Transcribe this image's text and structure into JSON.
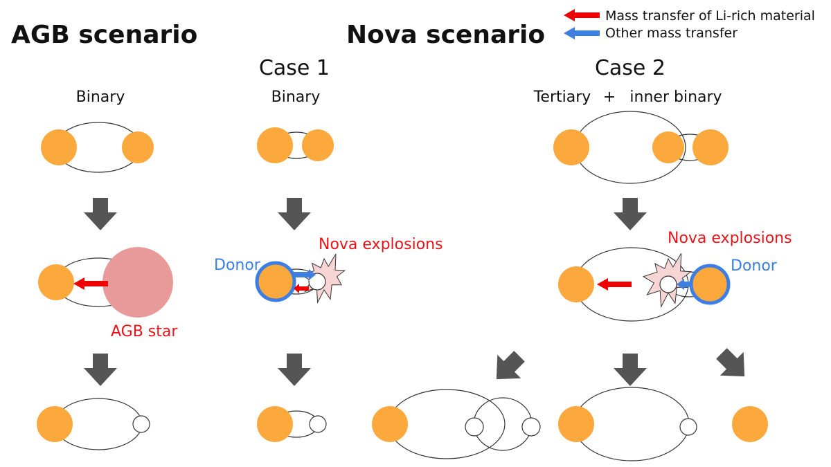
{
  "headings": {
    "agb": "AGB scenario",
    "nova": "Nova scenario",
    "case1": "Case 1",
    "case2": "Case 2"
  },
  "system_labels": {
    "agb": "Binary",
    "case1": "Binary",
    "case2_tertiary": "Tertiary",
    "case2_plus": "+",
    "case2_inner": "inner binary"
  },
  "legend": {
    "li_rich": "Mass transfer of Li-rich material",
    "other": "Other mass transfer"
  },
  "annotations": {
    "agb_star": "AGB star",
    "nova_case1": "Nova explosions",
    "nova_case2": "Nova explosions",
    "donor_case1": "Donor",
    "donor_case2": "Donor"
  },
  "colors": {
    "star": "#fba93c",
    "star_edge": "#f39a2a",
    "agb_star": "#e89a9a",
    "li_rich_arrow": "#ee0000",
    "other_arrow": "#3f7fe0",
    "label_red": "#e8141b",
    "label_blue": "#3a7ee6",
    "step_arrow": "#555555",
    "nova_burst": "#f8d5d5"
  },
  "icons": {
    "step": "down-arrow-icon",
    "branch": "diagonal-arrow-icon",
    "nova": "starburst-icon"
  }
}
